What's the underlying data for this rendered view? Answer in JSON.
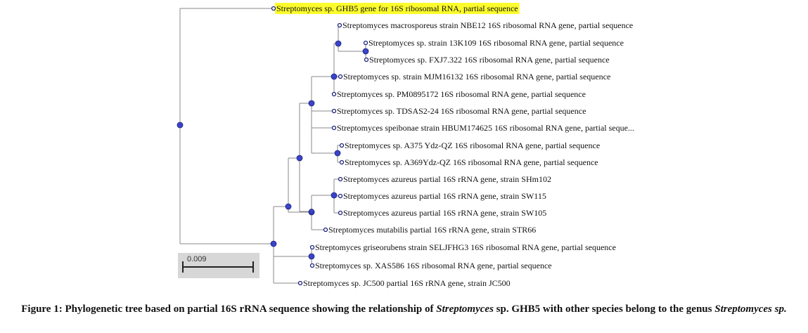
{
  "tree": {
    "leaves": [
      {
        "id": "ghb5",
        "label": "Streptomyces sp. GHB5 gene for 16S ribosomal RNA, partial sequence",
        "highlighted": true
      },
      {
        "id": "nbe12",
        "label": "Streptomyces macrosporeus strain NBE12 16S ribosomal RNA gene, partial sequence"
      },
      {
        "id": "k13",
        "label": "Streptomyces sp. strain 13K109 16S ribosomal RNA gene, partial sequence"
      },
      {
        "id": "fxj",
        "label": "Streptomyces sp. FXJ7.322 16S ribosomal RNA gene, partial sequence"
      },
      {
        "id": "mjm",
        "label": "Streptomyces sp. strain MJM16132 16S ribosomal RNA gene, partial sequence"
      },
      {
        "id": "pm",
        "label": "Streptomyces sp. PM0895172 16S ribosomal RNA gene, partial sequence"
      },
      {
        "id": "tdsas",
        "label": "Streptomyces sp. TDSAS2-24 16S ribosomal RNA gene, partial sequence"
      },
      {
        "id": "hbum",
        "label": "Streptomyces speibonae strain HBUM174625 16S ribosomal RNA gene, partial seque..."
      },
      {
        "id": "a375",
        "label": "Streptomyces sp. A375 Ydz-QZ 16S ribosomal RNA gene, partial sequence"
      },
      {
        "id": "a369",
        "label": "Streptomyces sp. A369Ydz-QZ 16S ribosomal RNA gene, partial sequence"
      },
      {
        "id": "shm",
        "label": "Streptomyces azureus partial 16S rRNA gene, strain SHm102"
      },
      {
        "id": "sw115",
        "label": "Streptomyces azureus partial 16S rRNA gene, strain SW115"
      },
      {
        "id": "sw105",
        "label": "Streptomyces azureus partial 16S rRNA gene, strain SW105"
      },
      {
        "id": "str66",
        "label": "Streptomyces mutabilis partial 16S rRNA gene, strain STR66"
      },
      {
        "id": "selj",
        "label": "Streptomyces griseorubens strain SELJFHG3 16S ribosomal RNA gene, partial sequence"
      },
      {
        "id": "xas",
        "label": "Streptomyces sp. XAS586 16S ribosomal RNA gene, partial sequence"
      },
      {
        "id": "jc500",
        "label": "Streptomyces sp. JC500 partial 16S rRNA gene, strain JC500"
      }
    ],
    "scale_bar_label": "0.009"
  },
  "caption": {
    "prefix": "Figure 1: Phylogenetic tree based on partial 16S rRNA sequence showing the relationship of",
    "species": "Streptomyces",
    "middle": "sp. GHB5 with other species belong to the genus",
    "genus": "Streptomyces sp."
  },
  "colors": {
    "highlight": "#fcfc2c",
    "node": "#3a43c9",
    "branch": "#8a8a8a"
  }
}
